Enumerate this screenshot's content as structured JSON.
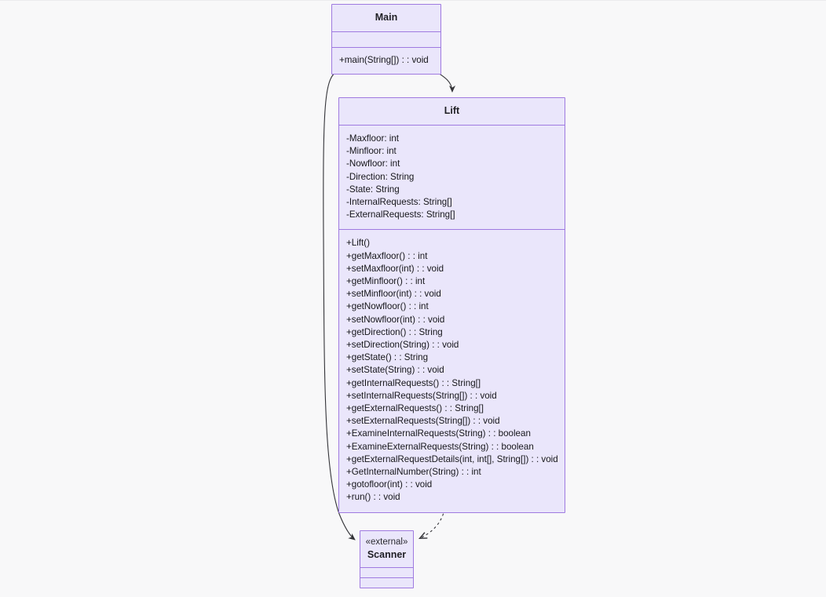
{
  "diagram": {
    "kind": "uml-class-diagram",
    "background_color": "#f8f8f9",
    "class_fill_color": "#eae6fb",
    "class_border_color": "#9f7ae0",
    "edge_color": "#333338",
    "classes": [
      {
        "id": "main",
        "name": "Main",
        "stereotype": "",
        "attributes": [],
        "operations": [
          "+main(String[]) : : void"
        ]
      },
      {
        "id": "lift",
        "name": "Lift",
        "stereotype": "",
        "attributes": [
          "-Maxfloor: int",
          "-Minfloor: int",
          "-Nowfloor: int",
          "-Direction: String",
          "-State: String",
          "-InternalRequests: String[]",
          "-ExternalRequests: String[]"
        ],
        "operations": [
          "+Lift()",
          "+getMaxfloor() : : int",
          "+setMaxfloor(int) : : void",
          "+getMinfloor() : : int",
          "+setMinfloor(int) : : void",
          "+getNowfloor() : : int",
          "+setNowfloor(int) : : void",
          "+getDirection() : : String",
          "+setDirection(String) : : void",
          "+getState() : : String",
          "+setState(String) : : void",
          "+getInternalRequests() : : String[]",
          "+setInternalRequests(String[]) : : void",
          "+getExternalRequests() : : String[]",
          "+setExternalRequests(String[]) : : void",
          "+ExamineInternalRequests(String) : : boolean",
          "+ExamineExternalRequests(String) : : boolean",
          "+getExternalRequestDetails(int, int[], String[]) : : void",
          "+GetInternalNumber(String) : : int",
          "+gotofloor(int) : : void",
          "+run() : : void"
        ]
      },
      {
        "id": "scanner",
        "name": "Scanner",
        "stereotype": "«external»",
        "attributes": [],
        "operations": []
      }
    ],
    "relations": [
      {
        "id": "main-to-lift",
        "from": "Main",
        "to": "Lift",
        "style": "solid",
        "arrow": "filled"
      },
      {
        "id": "main-to-scanner",
        "from": "Main",
        "to": "Scanner",
        "style": "solid",
        "arrow": "filled"
      },
      {
        "id": "lift-to-scanner",
        "from": "Lift",
        "to": "Scanner",
        "style": "dashed",
        "arrow": "open"
      }
    ]
  }
}
